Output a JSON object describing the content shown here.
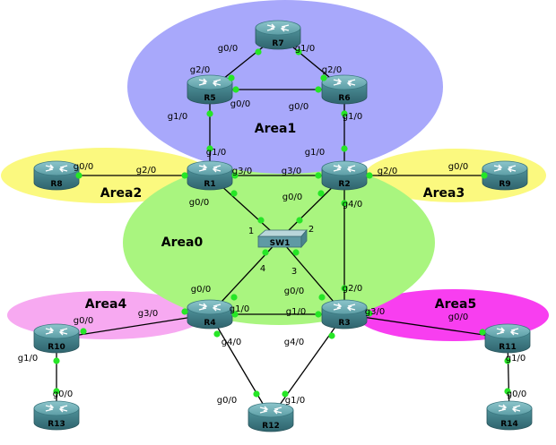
{
  "colors": {
    "area0": "#a9f57f",
    "area1": "#a8a8fb",
    "area2": "#fbf97f",
    "area3": "#fbf97f",
    "area4": "#f7a9f1",
    "area5": "#f83ef0",
    "router_body": "#3f7d86",
    "router_top": "#6fb1b8",
    "link_dot": "#26e626"
  },
  "areas": [
    {
      "id": "area0",
      "label": "Area0"
    },
    {
      "id": "area1",
      "label": "Area1"
    },
    {
      "id": "area2",
      "label": "Area2"
    },
    {
      "id": "area3",
      "label": "Area3"
    },
    {
      "id": "area4",
      "label": "Area4"
    },
    {
      "id": "area5",
      "label": "Area5"
    }
  ],
  "nodes": [
    {
      "id": "R1",
      "type": "router",
      "label": "R1"
    },
    {
      "id": "R2",
      "type": "router",
      "label": "R2"
    },
    {
      "id": "R3",
      "type": "router",
      "label": "R3"
    },
    {
      "id": "R4",
      "type": "router",
      "label": "R4"
    },
    {
      "id": "R5",
      "type": "router",
      "label": "R5"
    },
    {
      "id": "R6",
      "type": "router",
      "label": "R6"
    },
    {
      "id": "R7",
      "type": "router",
      "label": "R7"
    },
    {
      "id": "R8",
      "type": "router",
      "label": "R8"
    },
    {
      "id": "R9",
      "type": "router",
      "label": "R9"
    },
    {
      "id": "R10",
      "type": "router",
      "label": "R10"
    },
    {
      "id": "R11",
      "type": "router",
      "label": "R11"
    },
    {
      "id": "R12",
      "type": "router",
      "label": "R12"
    },
    {
      "id": "R13",
      "type": "router",
      "label": "R13"
    },
    {
      "id": "R14",
      "type": "router",
      "label": "R14"
    },
    {
      "id": "SW1",
      "type": "switch",
      "label": "SW1"
    }
  ],
  "links": [
    {
      "a": "R7",
      "b": "R5",
      "a_port": "g0/0",
      "b_port": "g2/0"
    },
    {
      "a": "R7",
      "b": "R6",
      "a_port": "g1/0",
      "b_port": "g2/0"
    },
    {
      "a": "R5",
      "b": "R6",
      "a_port": "g0/0",
      "b_port": "g0/0"
    },
    {
      "a": "R5",
      "b": "R1",
      "a_port": "g1/0",
      "b_port": "g1/0"
    },
    {
      "a": "R6",
      "b": "R2",
      "a_port": "g1/0",
      "b_port": "g1/0"
    },
    {
      "a": "R8",
      "b": "R1",
      "a_port": "g0/0",
      "b_port": "g2/0"
    },
    {
      "a": "R1",
      "b": "R2",
      "a_port": "g3/0",
      "b_port": "g3/0"
    },
    {
      "a": "R2",
      "b": "R9",
      "a_port": "g2/0",
      "b_port": "g0/0"
    },
    {
      "a": "R1",
      "b": "SW1",
      "a_port": "g0/0",
      "b_port": "1"
    },
    {
      "a": "R2",
      "b": "SW1",
      "a_port": "g0/0",
      "b_port": "2"
    },
    {
      "a": "SW1",
      "b": "R4",
      "a_port": "4",
      "b_port": "g0/0"
    },
    {
      "a": "SW1",
      "b": "R3",
      "a_port": "3",
      "b_port": "g0/0"
    },
    {
      "a": "R2",
      "b": "R3",
      "a_port": "g4/0",
      "b_port": "g2/0"
    },
    {
      "a": "R4",
      "b": "R3",
      "a_port": "g1/0",
      "b_port": "g1/0"
    },
    {
      "a": "R10",
      "b": "R4",
      "a_port": "g0/0",
      "b_port": "g3/0"
    },
    {
      "a": "R3",
      "b": "R11",
      "a_port": "g3/0",
      "b_port": "g0/0"
    },
    {
      "a": "R10",
      "b": "R13",
      "a_port": "g1/0",
      "b_port": "g0/0"
    },
    {
      "a": "R11",
      "b": "R14",
      "a_port": "g1/0",
      "b_port": "g0/0"
    },
    {
      "a": "R4",
      "b": "R12",
      "a_port": "g4/0",
      "b_port": "g0/0"
    },
    {
      "a": "R3",
      "b": "R12",
      "a_port": "g4/0",
      "b_port": "g1/0"
    }
  ]
}
